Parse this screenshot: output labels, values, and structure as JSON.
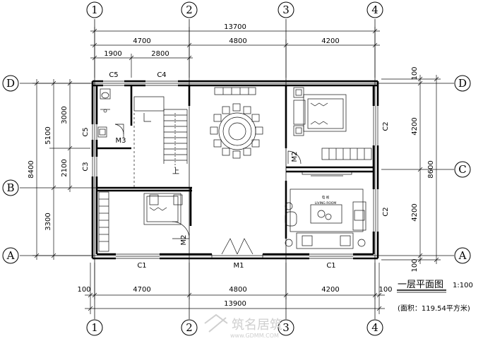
{
  "axes": {
    "columns": [
      "1",
      "2",
      "3",
      "4"
    ],
    "rows": [
      "D",
      "C",
      "B",
      "A"
    ]
  },
  "dimensions": {
    "top_total": "13700",
    "top_spans": [
      "4700",
      "4800",
      "4200"
    ],
    "top_sub": [
      "1900",
      "2800"
    ],
    "bottom_spans": [
      "100",
      "4700",
      "4800",
      "4200",
      "100"
    ],
    "bottom_total": "13900",
    "left_outer": "8400",
    "left_mid": [
      "5100",
      "3300"
    ],
    "left_inner": [
      "3000",
      "2100"
    ],
    "right_outer": "8600",
    "right_inner": [
      "100",
      "4200",
      "4200",
      "100"
    ]
  },
  "labels": {
    "c5_top": "C5",
    "c4": "C4",
    "c5_side": "C5",
    "c3": "C3",
    "m3": "M3",
    "m2_upper": "M2",
    "m2_lower": "M2",
    "c2_upper": "C2",
    "c2_lower": "C2",
    "c1_left": "C1",
    "m1": "M1",
    "c1_right": "C1",
    "stair_up": "上",
    "tv_small": "电 视",
    "living_room": "LIVING ROOM"
  },
  "title": "一层平面图",
  "scale": "1:100",
  "area_note": "(面积：119.54平方米)",
  "watermark": {
    "brand": "筑名居筑",
    "site": "www.GDMM.COM"
  }
}
